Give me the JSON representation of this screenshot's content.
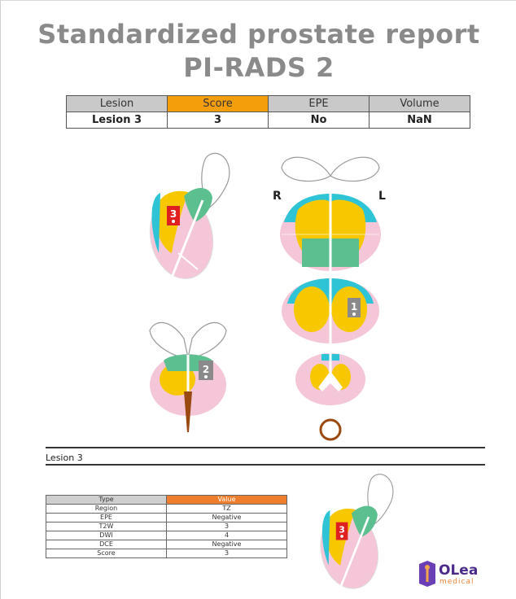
{
  "title": {
    "line1": "Standardized prostate report",
    "line2": "PI-RADS 2"
  },
  "summary_table": {
    "headers": [
      "Lesion",
      "Score",
      "EPE",
      "Volume"
    ],
    "row": [
      "Lesion 3",
      "3",
      "No",
      "NaN"
    ]
  },
  "orientation": {
    "right": "R",
    "left": "L"
  },
  "markers": {
    "m1": "1",
    "m2": "2",
    "m3": "3"
  },
  "section": {
    "label": "Lesion 3"
  },
  "detail_table": {
    "headers": [
      "Type",
      "Value"
    ],
    "rows": [
      [
        "Region",
        "TZ"
      ],
      [
        "EPE",
        "Negative"
      ],
      [
        "T2W",
        "3"
      ],
      [
        "DWI",
        "4"
      ],
      [
        "DCE",
        "Negative"
      ],
      [
        "Score",
        "3"
      ]
    ]
  },
  "logo": {
    "name": "OLea",
    "sub": "medical"
  },
  "colors": {
    "score_header": "#f59e0b",
    "value_header": "#ef7d2e",
    "zone_yellow": "#f7c800",
    "zone_pink": "#f4c6d7",
    "zone_teal": "#2ec4d6",
    "zone_green": "#5cbf8f",
    "lesion_red": "#e02020",
    "lesion_gray": "#8a8a8a"
  }
}
